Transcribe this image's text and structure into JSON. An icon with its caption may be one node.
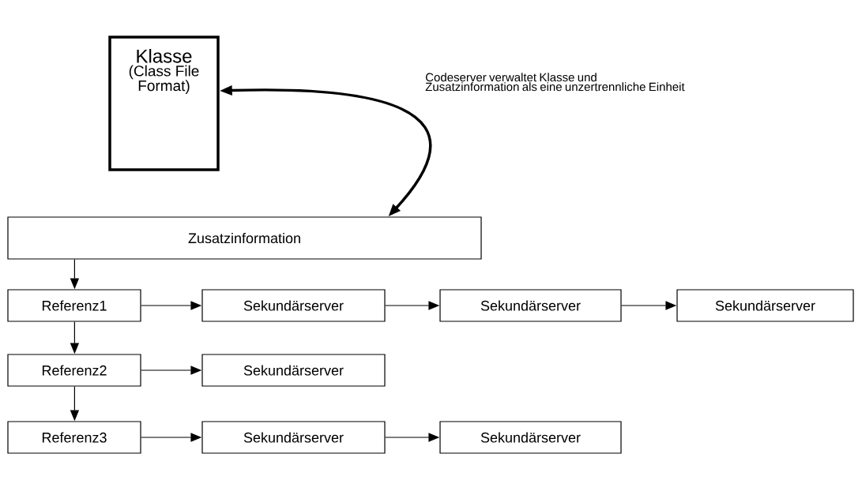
{
  "diagram": {
    "nodes": [
      {
        "text": [
          "Klasse",
          "(Class File Format)"
        ]
      },
      {
        "text": [
          "Zusatzinformation"
        ]
      },
      {
        "text": [
          "Referenz1"
        ]
      },
      {
        "text": [
          "Sekundärserver"
        ]
      },
      {
        "text": [
          "Sekundärserver"
        ]
      },
      {
        "text": [
          "Sekundärserver"
        ]
      },
      {
        "text": [
          "Referenz2"
        ]
      },
      {
        "text": [
          "Sekundärserver"
        ]
      },
      {
        "text": [
          "Referenz3"
        ]
      },
      {
        "text": [
          "Sekundärserver"
        ]
      },
      {
        "text": [
          "Sekundärserver"
        ]
      }
    ],
    "edges": [
      {
        "from": 0,
        "to": 1,
        "arrow": "both",
        "style": "thick"
      },
      {
        "from": 1,
        "to": 2,
        "arrow": "to"
      },
      {
        "from": 2,
        "to": 3,
        "arrow": "to"
      },
      {
        "from": 3,
        "to": 4,
        "arrow": "to"
      },
      {
        "from": 4,
        "to": 5,
        "arrow": "to"
      },
      {
        "from": 2,
        "to": 6,
        "arrow": "to"
      },
      {
        "from": 6,
        "to": 7,
        "arrow": "to"
      },
      {
        "from": 6,
        "to": 8,
        "arrow": "to"
      },
      {
        "from": 8,
        "to": 9,
        "arrow": "to"
      },
      {
        "from": 9,
        "to": 10,
        "arrow": "to"
      }
    ],
    "labels": [
      "Codeserver verwaltet Klasse und Zusatzinformation als eine unzertrennliche Einheit"
    ]
  }
}
